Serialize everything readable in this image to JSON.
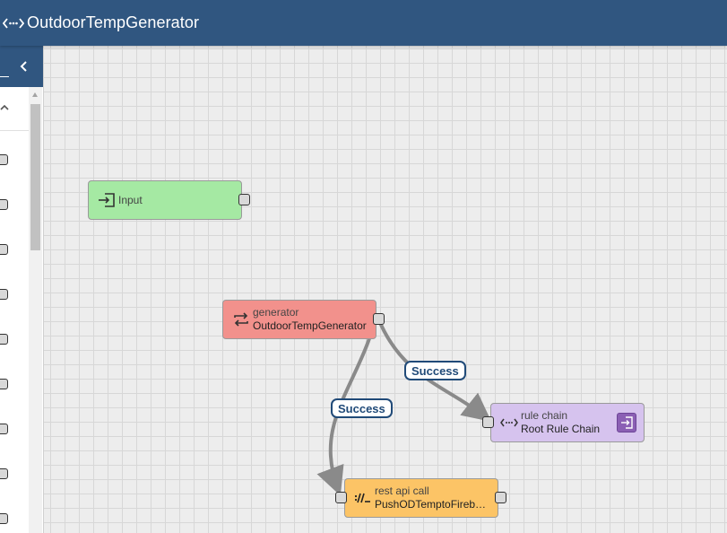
{
  "header": {
    "title": "OutdoorTempGenerator",
    "icon": "rule-chain-icon"
  },
  "sidebar": {
    "collapse_icon": "chevron-left-icon",
    "section_icon": "chevron-up-icon"
  },
  "nodes": {
    "input": {
      "label": "Input",
      "icon": "input-icon",
      "color": "#a5e9a3"
    },
    "generator": {
      "type": "generator",
      "name": "OutdoorTempGenerator",
      "icon": "repeat-icon",
      "color": "#f2918c"
    },
    "rule_chain": {
      "type": "rule chain",
      "name": "Root Rule Chain",
      "icon": "rule-chain-icon",
      "action_icon": "open-rule-chain-icon",
      "color": "#d6c3ee"
    },
    "rest_api": {
      "type": "rest api call",
      "name": "PushODTemptoFireba...",
      "icon": "rest-api-icon",
      "color": "#fcc466"
    }
  },
  "connections": [
    {
      "label": "Success",
      "from": "generator",
      "to": "rule_chain"
    },
    {
      "label": "Success",
      "from": "generator",
      "to": "rest_api"
    }
  ],
  "colors": {
    "header": "#305680",
    "label_border": "#204a78",
    "connector": "#8a8a8a"
  }
}
